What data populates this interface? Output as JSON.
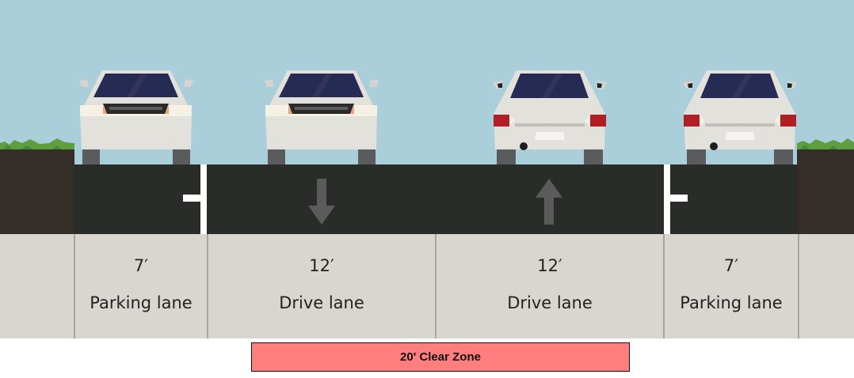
{
  "segments": [
    {
      "width": "7′",
      "name": "Parking lane"
    },
    {
      "width": "12′",
      "name": "Drive lane",
      "direction": "down"
    },
    {
      "width": "12′",
      "name": "Drive lane",
      "direction": "up"
    },
    {
      "width": "7′",
      "name": "Parking lane"
    }
  ],
  "clear_zone": {
    "label": "20' Clear Zone",
    "color": "#ff7f7f"
  },
  "colors": {
    "sky": "#abcedb",
    "asphalt": "#2a2c29",
    "dirt": "#352d28",
    "grass": "#5e9e3f",
    "info": "#d9d5cf",
    "car_body": "#e2e1dc",
    "taillight": "#b11e24"
  }
}
